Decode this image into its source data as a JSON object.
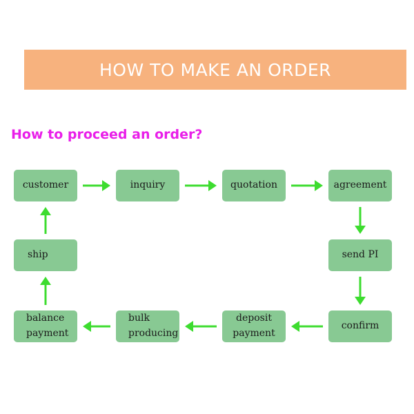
{
  "banner": {
    "title": "HOW TO MAKE AN ORDER",
    "background": "#f7b27e"
  },
  "subheading": {
    "text": "How to proceed an order?",
    "color": "#e91ee9"
  },
  "colors": {
    "node_fill": "#88c993",
    "arrow": "#3ddc2f"
  },
  "steps": {
    "customer": {
      "lines": [
        "customer"
      ]
    },
    "inquiry": {
      "lines": [
        "inquiry"
      ]
    },
    "quotation": {
      "lines": [
        "quotation"
      ]
    },
    "agreement": {
      "lines": [
        "agreement"
      ]
    },
    "send_pi": {
      "lines": [
        "send PI"
      ]
    },
    "confirm": {
      "lines": [
        "confirm"
      ]
    },
    "deposit_payment": {
      "lines": [
        "deposit",
        "payment"
      ]
    },
    "bulk_producing": {
      "lines": [
        "bulk",
        "producing"
      ]
    },
    "balance_payment": {
      "lines": [
        "balance",
        "payment"
      ]
    },
    "ship": {
      "lines": [
        "ship"
      ]
    }
  },
  "flow": [
    [
      "customer",
      "inquiry"
    ],
    [
      "inquiry",
      "quotation"
    ],
    [
      "quotation",
      "agreement"
    ],
    [
      "agreement",
      "send_pi"
    ],
    [
      "send_pi",
      "confirm"
    ],
    [
      "confirm",
      "deposit_payment"
    ],
    [
      "deposit_payment",
      "bulk_producing"
    ],
    [
      "bulk_producing",
      "balance_payment"
    ],
    [
      "balance_payment",
      "ship"
    ],
    [
      "ship",
      "customer"
    ]
  ]
}
